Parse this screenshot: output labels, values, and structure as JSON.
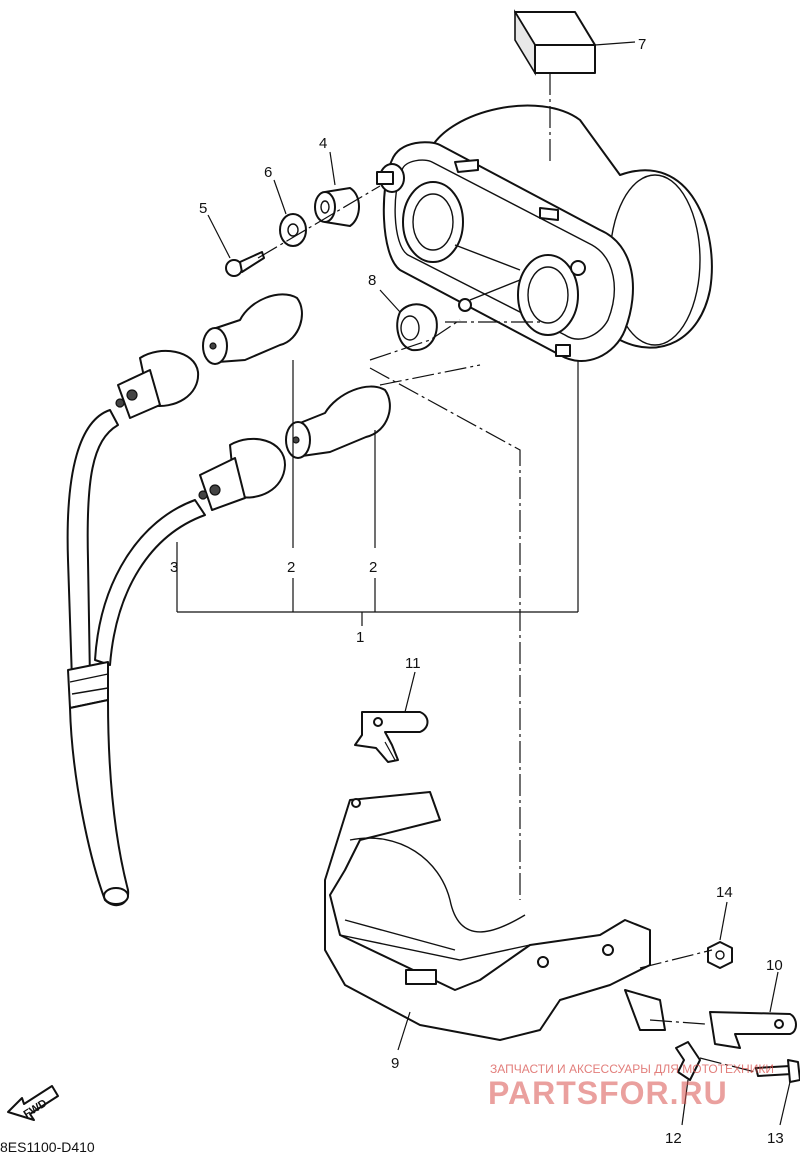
{
  "callouts": [
    {
      "id": "c1",
      "label": "1"
    },
    {
      "id": "c2a",
      "label": "2"
    },
    {
      "id": "c2b",
      "label": "2"
    },
    {
      "id": "c3",
      "label": "3"
    },
    {
      "id": "c4",
      "label": "4"
    },
    {
      "id": "c5",
      "label": "5"
    },
    {
      "id": "c6",
      "label": "6"
    },
    {
      "id": "c7",
      "label": "7"
    },
    {
      "id": "c8",
      "label": "8"
    },
    {
      "id": "c9",
      "label": "9"
    },
    {
      "id": "c10",
      "label": "10"
    },
    {
      "id": "c11",
      "label": "11"
    },
    {
      "id": "c12",
      "label": "12"
    },
    {
      "id": "c13",
      "label": "13"
    },
    {
      "id": "c14",
      "label": "14"
    }
  ],
  "fwd_label": "FWD",
  "diagram_code": "8ES1100-D410",
  "watermark": {
    "tagline": "ЗАПЧАСТИ И АКСЕССУАРЫ ДЛЯ МОТОТЕХНИКИ",
    "brand": "PARTSFOR.RU"
  }
}
